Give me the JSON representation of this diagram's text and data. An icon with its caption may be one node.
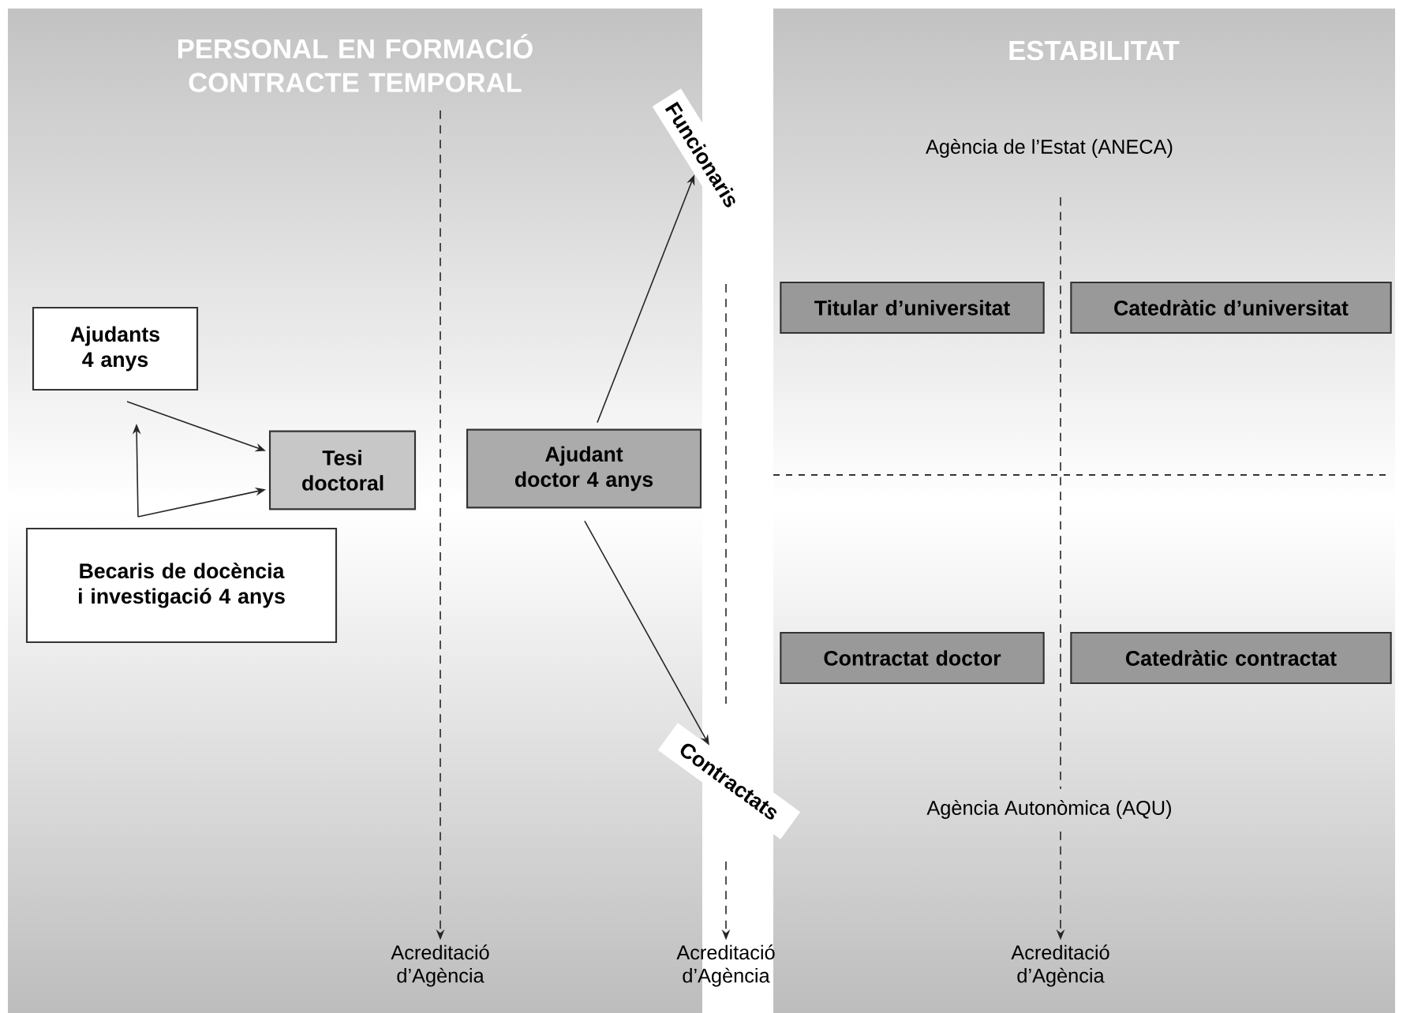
{
  "diagram": {
    "nodes": [
      {
        "text": [
          "Ajudants 4 anys"
        ]
      },
      {
        "text": [
          "Becaris de docència i investigació 4 anys"
        ]
      },
      {
        "text": [
          "Tesi doctoral"
        ]
      },
      {
        "text": [
          "Ajudant doctor 4 anys"
        ]
      },
      {
        "text": [
          "Funcionaris"
        ]
      },
      {
        "text": [
          "Contractats"
        ]
      },
      {
        "text": [
          "Titular d’universitat"
        ]
      },
      {
        "text": [
          "Catedràtic d’universitat"
        ]
      },
      {
        "text": [
          "Contractat doctor"
        ]
      },
      {
        "text": [
          "Catedràtic contractat"
        ]
      },
      {
        "text": [
          "Acreditació d’Agència"
        ]
      },
      {
        "text": [
          "Acreditació d’Agència"
        ]
      },
      {
        "text": [
          "Acreditació d’Agència"
        ]
      }
    ],
    "edges": [
      {
        "from": 0,
        "to": 2,
        "arrow": "to"
      },
      {
        "from": 1,
        "to": 0,
        "arrow": "to"
      },
      {
        "from": 1,
        "to": 2,
        "arrow": "to"
      },
      {
        "from": 3,
        "to": 4,
        "arrow": "to"
      },
      {
        "from": 3,
        "to": 5,
        "arrow": "to"
      },
      {
        "from": null,
        "to": 10,
        "arrow": "to",
        "style": "dashed"
      },
      {
        "from": null,
        "to": 11,
        "arrow": "to",
        "style": "dashed"
      },
      {
        "from": null,
        "to": 12,
        "arrow": "to",
        "style": "dashed"
      }
    ],
    "labels": [
      "PERSONAL EN FORMACIÓ CONTRACTE TEMPORAL",
      "ESTABILITAT",
      "Agència de l’Estat (ANECA)",
      "Agència Autonòmica (AQU)"
    ]
  }
}
